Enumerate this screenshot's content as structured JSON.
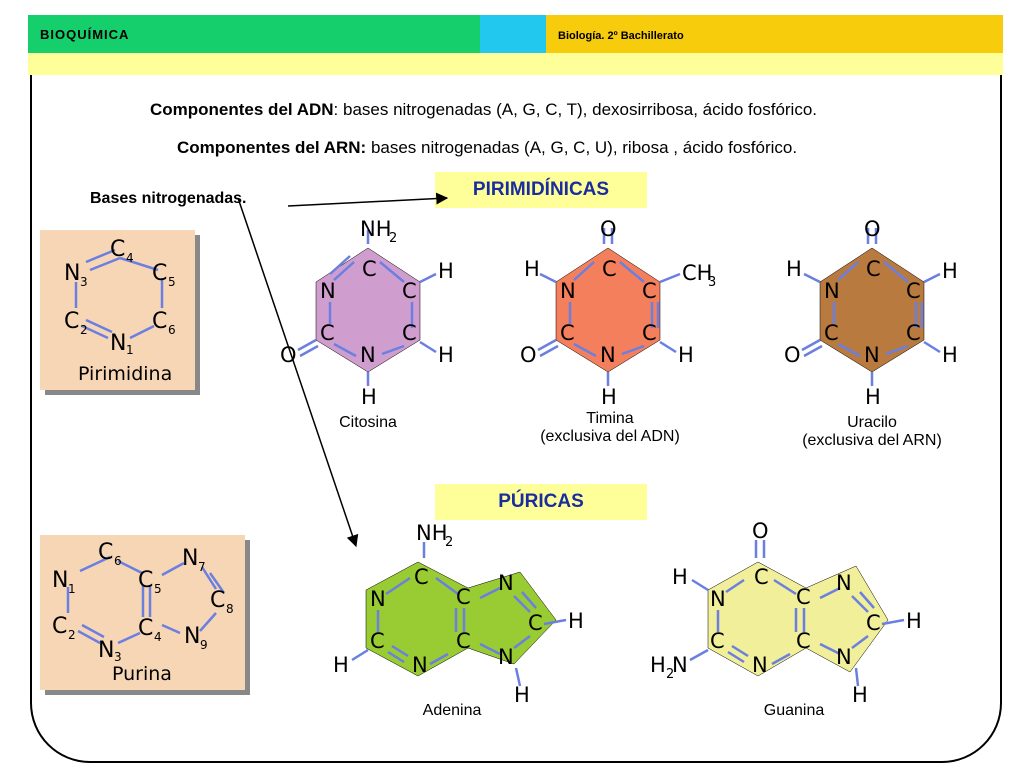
{
  "header": {
    "left_title": "BIOQUÍMICA",
    "right_title": "Biología. 2º Bachillerato"
  },
  "intro": {
    "adn_label": "Componentes del ADN",
    "adn_text": ": bases nitrogenadas (A, G, C, T), dexosirribosa, ácido fosfórico.",
    "arn_label": "Componentes del ARN:",
    "arn_text": " bases nitrogenadas (A, G, C, U), ribosa , ácido fosfórico.",
    "bases_label": "Bases nitrogenadas."
  },
  "pirimidinicas": {
    "title": "PIRIMIDÍNICAS",
    "parent_name": "Pirimidina",
    "molecules": [
      {
        "name": "Citosina",
        "note": "",
        "color": "#cf9ecf"
      },
      {
        "name": "Timina",
        "note": "(exclusiva del ADN)",
        "color": "#f47f5c"
      },
      {
        "name": "Uracilo",
        "note": "(exclusiva del ARN)",
        "color": "#b87a3e"
      }
    ]
  },
  "puricas": {
    "title": "PÚRICAS",
    "parent_name": "Purina",
    "molecules": [
      {
        "name": "Adenina",
        "color": "#99cc33"
      },
      {
        "name": "Guanina",
        "color": "#f1ef9a"
      }
    ]
  },
  "colors": {
    "header_green": "#14cf6b",
    "header_cyan": "#22c8ee",
    "header_yellow": "#f7cc0c",
    "band_yellow": "#ffff99",
    "title_blue": "#1a2d9e",
    "parent_fill": "#f7d6b6",
    "bond_blue": "#6a7fe0"
  }
}
